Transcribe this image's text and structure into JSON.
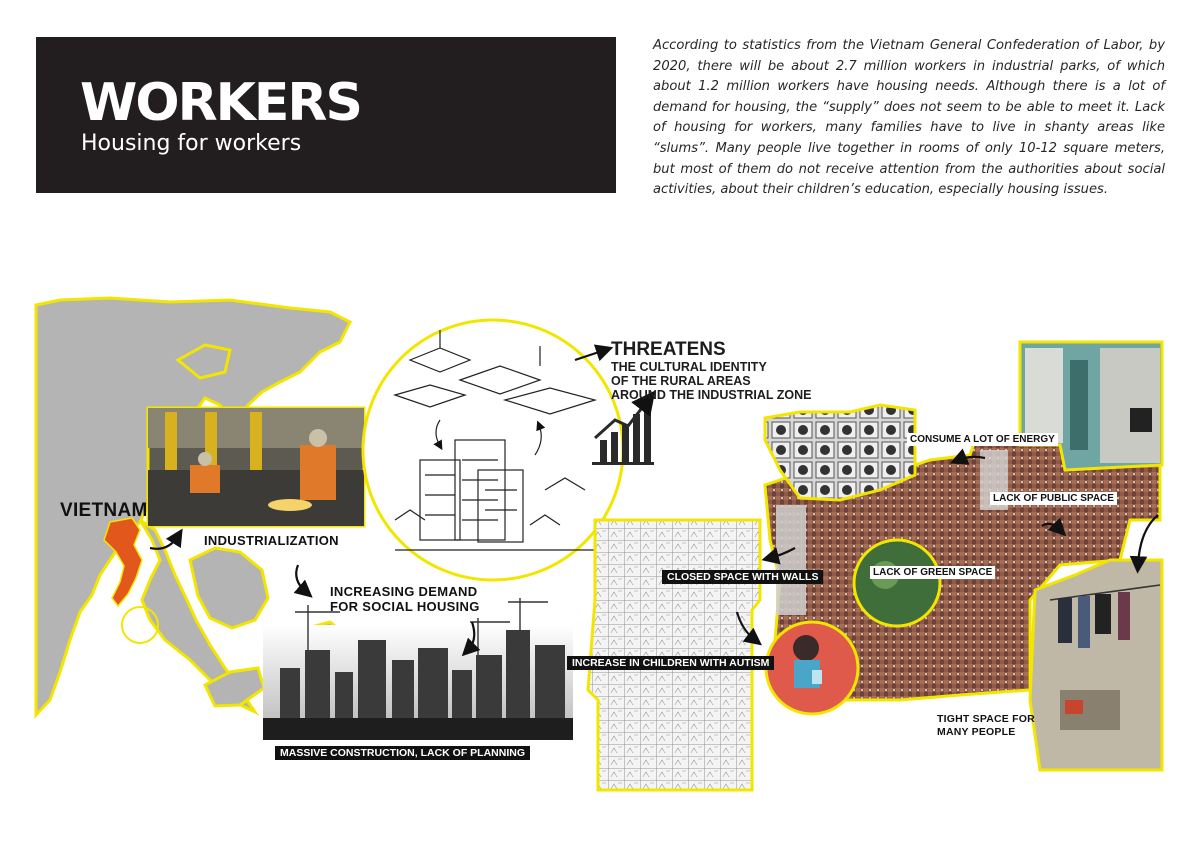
{
  "header": {
    "title": "WORKERS",
    "subtitle": "Housing for workers",
    "intro": "According to statistics from the Vietnam General Confederation of Labor, by 2020, there will be about 2.7 million workers in industrial parks, of which about 1.2 million workers have housing needs. Although there is a lot of demand for housing, the “supply” does not seem to be able to meet it. Lack of housing for workers, many families have to live in shanty areas like “slums”. Many people live together in rooms of only 10-12 square meters, but most of them do not receive attention from the authorities about social activities, about their children’s education, especially housing issues."
  },
  "map": {
    "country_label": "VIETNAM"
  },
  "labels": {
    "industrialization": "INDUSTRIALIZATION",
    "demand_line1": "INCREASING DEMAND",
    "demand_line2": "FOR SOCIAL HOUSING",
    "construction": "MASSIVE CONSTRUCTION, LACK OF PLANNING",
    "threatens_title": "THREATENS",
    "threatens_line1": "THE CULTURAL IDENTITY",
    "threatens_line2": "OF THE RURAL AREAS",
    "threatens_line3": "AROUND THE INDUSTRIAL ZONE",
    "energy": "CONSUME A LOT OF ENERGY",
    "public_space": "LACK OF PUBLIC SPACE",
    "green_space": "LACK OF GREEN SPACE",
    "closed_space": "CLOSED SPACE WITH WALLS",
    "autism": "INCREASE IN CHILDREN WITH AUTISM",
    "tight_line1": "TIGHT SPACE FOR",
    "tight_line2": "MANY PEOPLE"
  },
  "colors": {
    "accent_yellow": "#f2e600",
    "map_land": "#b4b4b4",
    "vietnam_highlight": "#e2571c",
    "title_bg": "#221e1f",
    "urban_red": "#8a4a3a",
    "skyline_dark": "#2e2e2e"
  },
  "icons": [
    "growth-chart-icon",
    "curved-arrow-icon"
  ]
}
